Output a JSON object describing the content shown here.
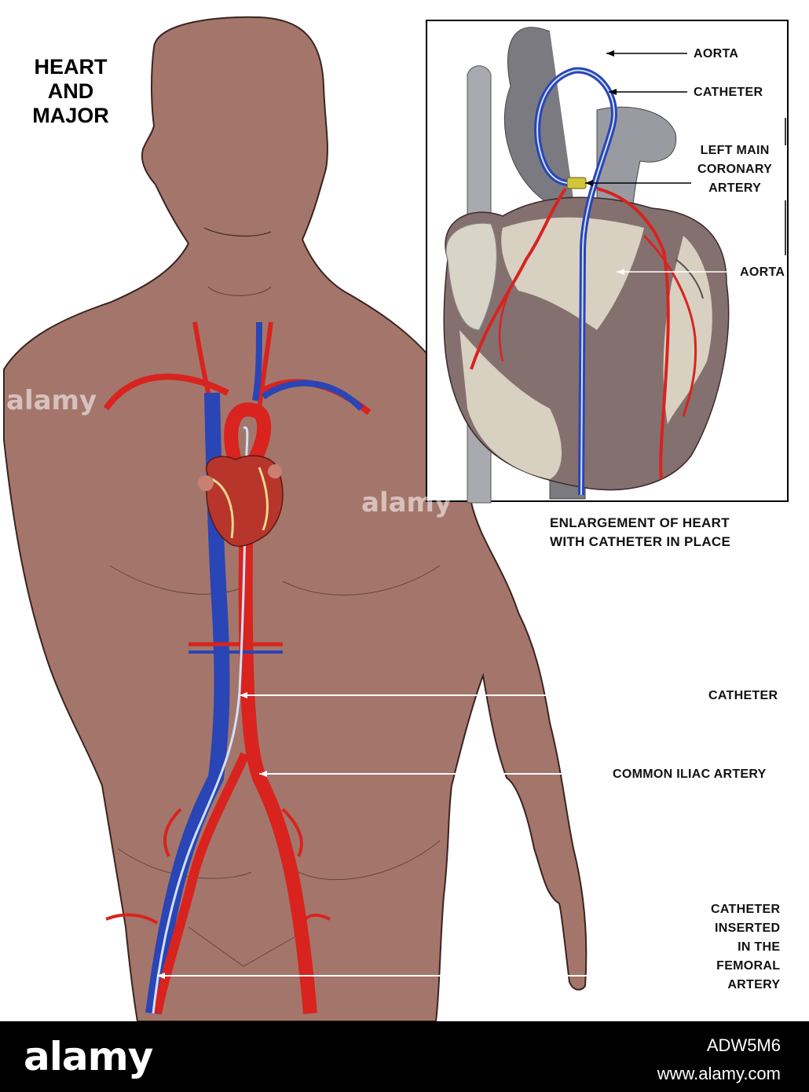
{
  "title_lines": [
    "HEART",
    "AND",
    "MAJOR"
  ],
  "inset": {
    "labels": {
      "aorta_top": "AORTA",
      "catheter": "CATHETER",
      "left_main_lines": [
        "LEFT MAIN",
        "CORONARY",
        "ARTERY"
      ],
      "aorta_mid": "AORTA"
    },
    "caption_lines": [
      "ENLARGEMENT OF HEART",
      "WITH CATHETER IN PLACE"
    ]
  },
  "body_labels": {
    "catheter": "CATHETER",
    "common_iliac": "COMMON ILIAC ARTERY",
    "femoral_lines": [
      "CATHETER",
      "INSERTED",
      "IN THE",
      "FEMORAL",
      "ARTERY"
    ]
  },
  "watermark": "alamy",
  "footer": {
    "logo": "alamy",
    "image_id": "ADW5M6",
    "site": "www.alamy.com"
  },
  "colors": {
    "skin": "#a4766b",
    "skin_outline": "#3a2420",
    "artery": "#d8231f",
    "vein": "#2a45b5",
    "catheter": "#cfe0ff",
    "heart": "#b8352b",
    "fat": "#e8d890"
  }
}
